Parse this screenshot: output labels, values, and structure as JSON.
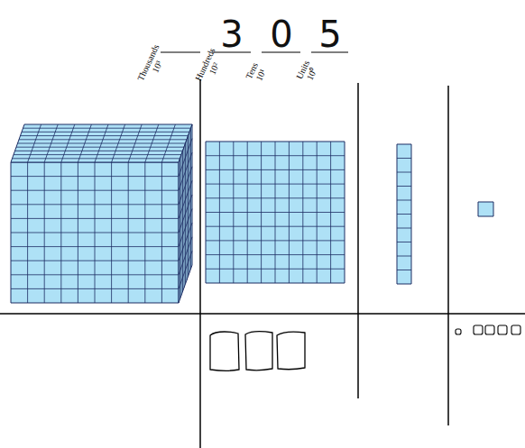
{
  "diagram": {
    "labels": [
      "3",
      "0",
      "5",
      "Thousands",
      "10³",
      "Hundreds",
      "10²",
      "Tens",
      "10¹",
      "Units",
      "10⁰"
    ]
  }
}
